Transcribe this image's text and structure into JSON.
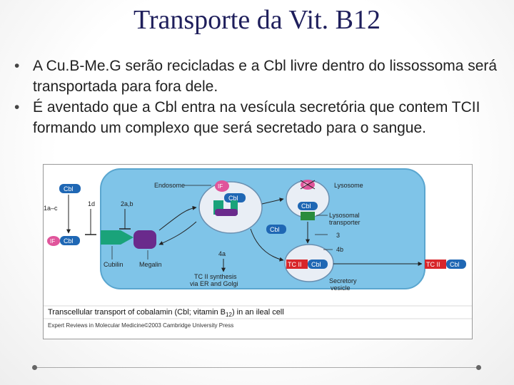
{
  "slide": {
    "title": "Transporte da Vit. B12",
    "bullets": [
      "A Cu.B-Me.G serão recicladas e a Cbl livre dentro do lissossoma será transportada para fora dele.",
      "É aventado que a Cbl entra na vesícula secretória que contem TCII formando um complexo que será secretado para o sangue."
    ],
    "bullet_char": "•"
  },
  "figure": {
    "labels": {
      "endosome": "Endosome",
      "lysosome": "Lysosome",
      "lysosomal_transporter_1": "Lysosomal",
      "lysosomal_transporter_2": "transporter",
      "cubilin": "Cubilin",
      "megalin": "Megalin",
      "tcii_synthesis_1": "TC II synthesis",
      "tcii_synthesis_2": "via ER and Golgi",
      "secretory_vesicle_1": "Secretory",
      "secretory_vesicle_2": "vesicle",
      "step_1ac": "1a–c",
      "step_1d": "1d",
      "step_2ab": "2a,b",
      "step_3": "3",
      "step_4a": "4a",
      "step_4b": "4b",
      "cbl": "Cbl",
      "if": "IF",
      "tcii": "TC II",
      "caption_main": "Transcellular transport of cobalamin (Cbl; vitamin B",
      "caption_sub": "12",
      "caption_end": ") in an ileal cell",
      "credit": "Expert Reviews in Molecular Medicine©2003 Cambridge University Press"
    },
    "colors": {
      "cell": "#7fc4e8",
      "vesicle": "#e9eef5",
      "if_pink": "#e0559b",
      "cbl_blue": "#1f67b4",
      "tcii_red": "#d8262a",
      "cubilin_green": "#1aa37a",
      "megalin_purple": "#6a2a8c",
      "transporter_green": "#2a8c3c"
    }
  }
}
